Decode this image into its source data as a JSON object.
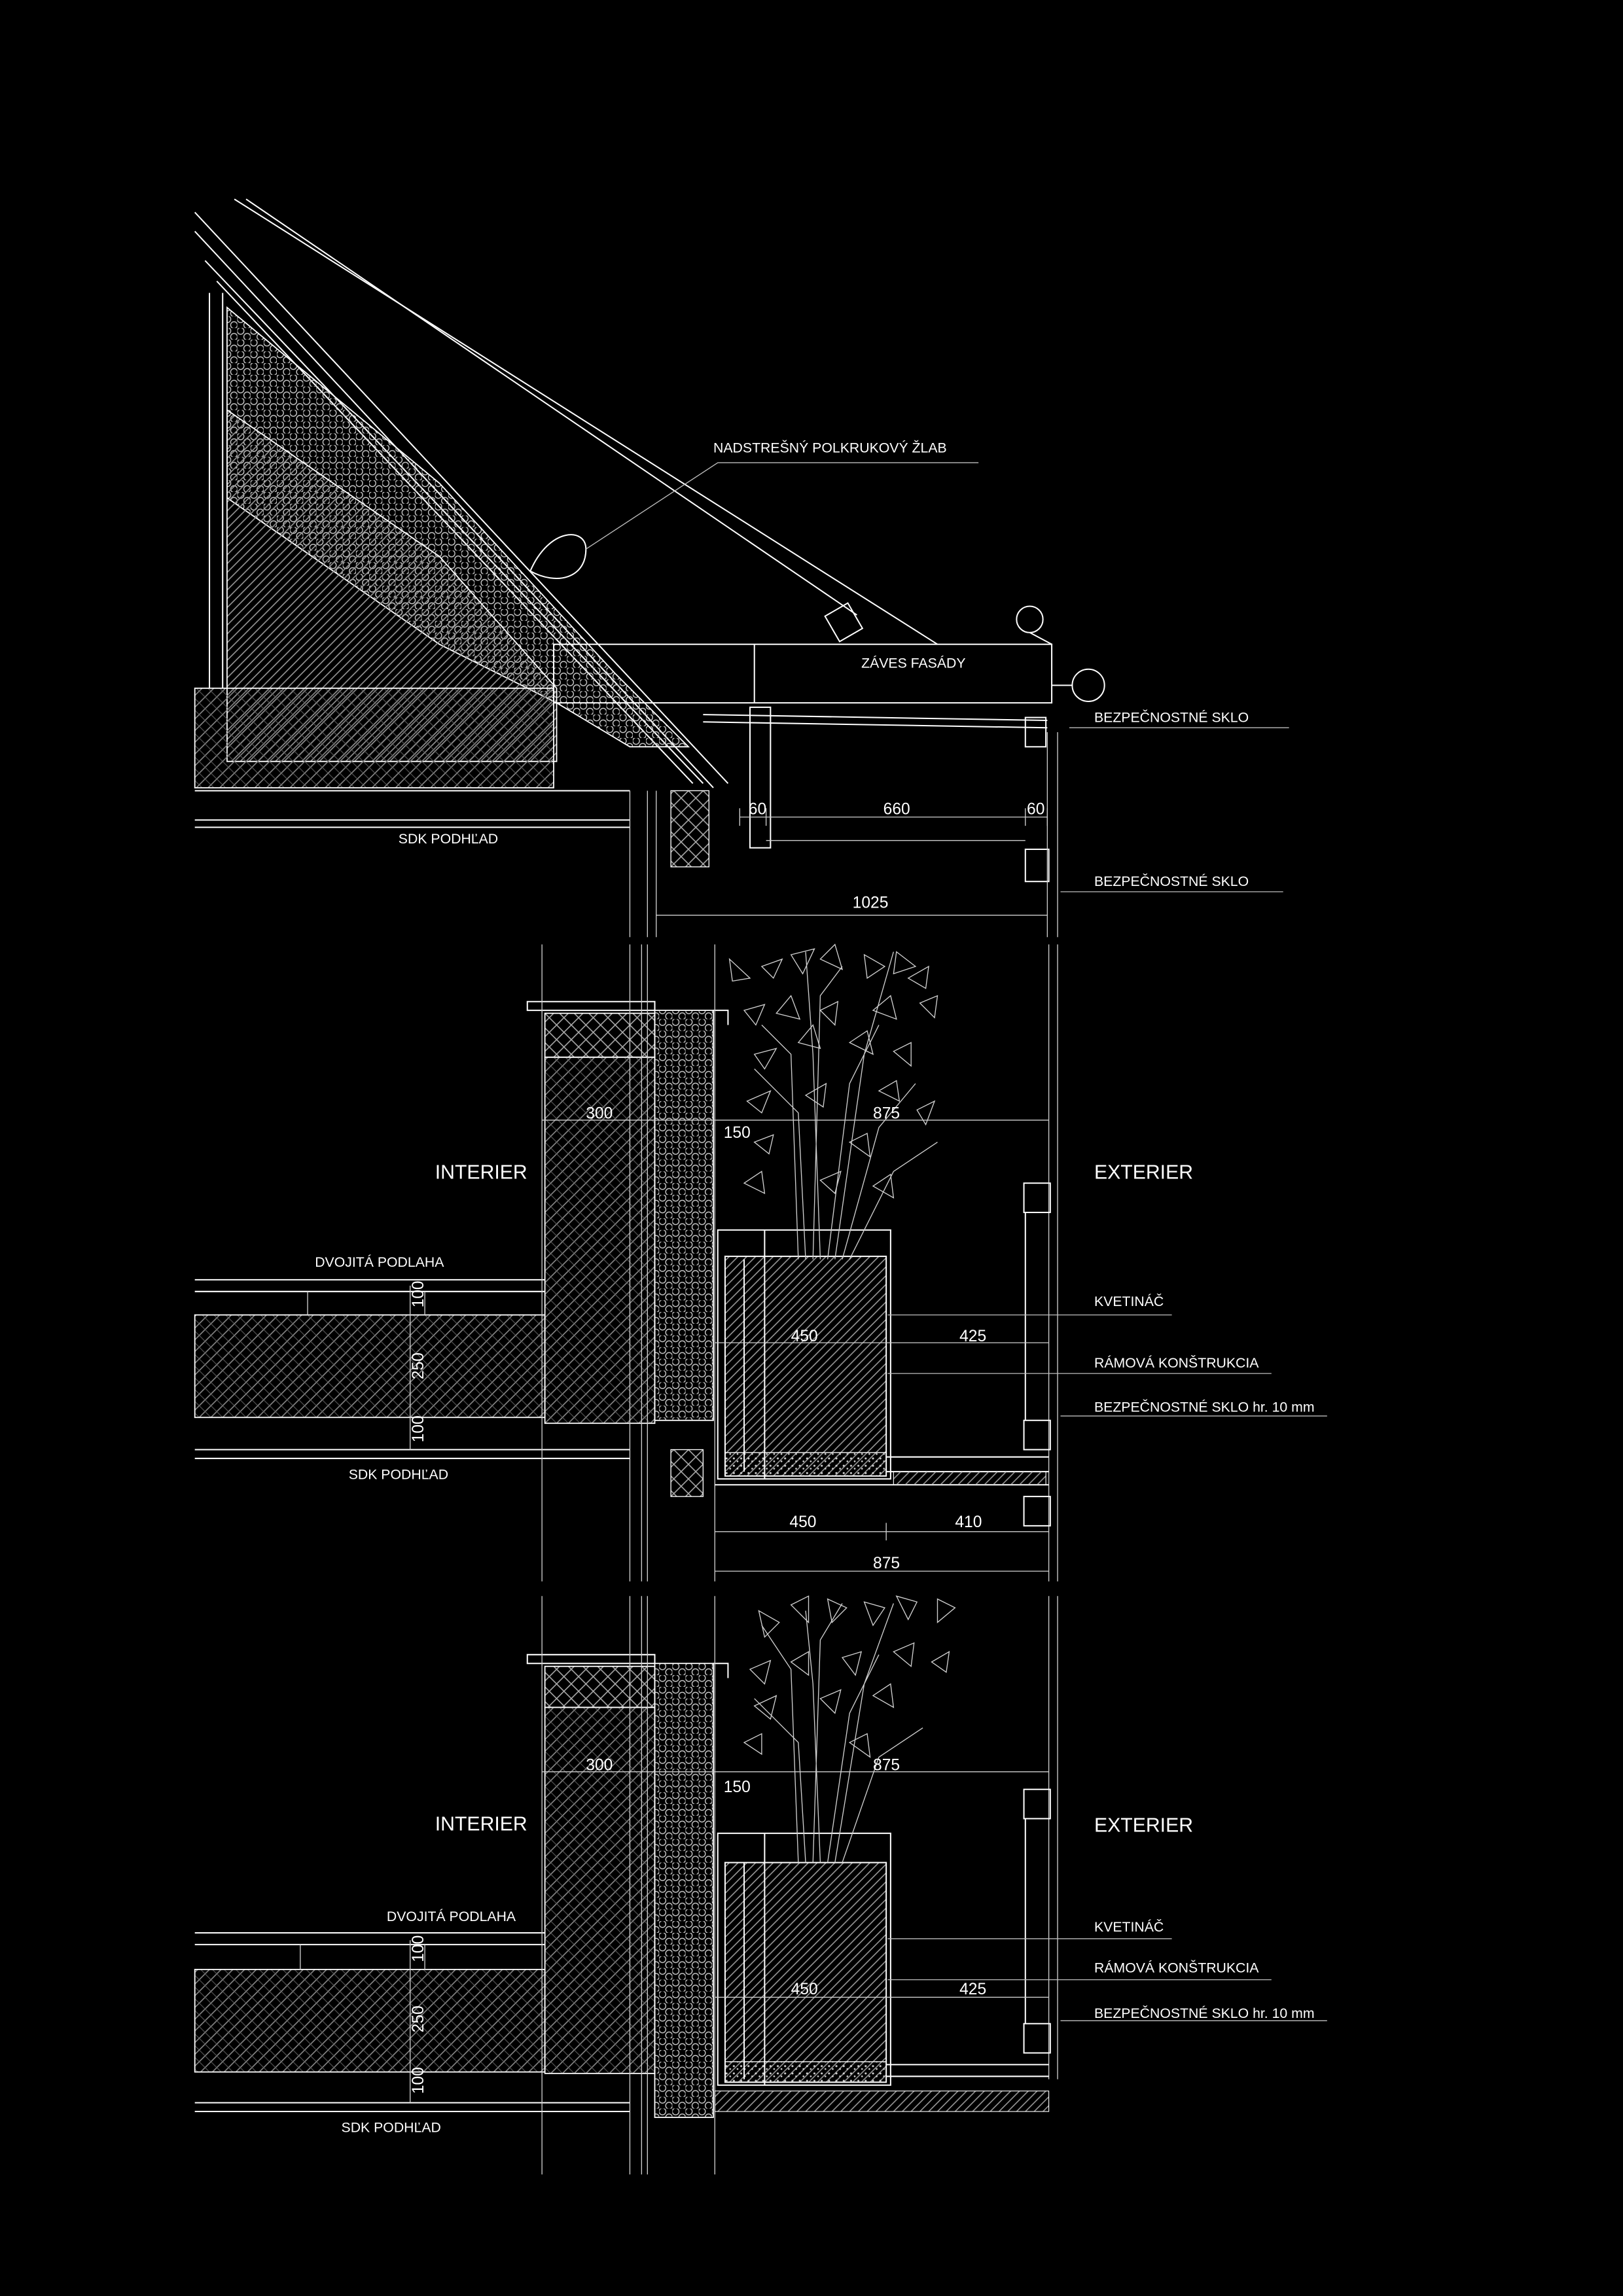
{
  "labels": {
    "gutter": "NADSTREŠNÝ POLKRUKOVÝ ŽLAB",
    "facade_hanger": "ZÁVES FASÁDY",
    "safety_glass_1": "BEZPEČNOSTNÉ SKLO",
    "safety_glass_2": "BEZPEČNOSTNÉ SKLO",
    "ceiling_top": "SDK PODHĽAD",
    "interior_1": "INTERIER",
    "exterior_1": "EXTERIER",
    "double_floor_1": "DVOJITÁ PODLAHA",
    "planter_1": "KVETINÁČ",
    "frame_1": "RÁMOVÁ KONŠTRUKCIA",
    "glass_10mm_1": "BEZPEČNOSTNÉ SKLO hr. 10 mm",
    "ceiling_mid": "SDK PODHĽAD",
    "interior_2": "INTERIER",
    "exterior_2": "EXTERIER",
    "double_floor_2": "DVOJITÁ PODLAHA",
    "planter_2": "KVETINÁČ",
    "frame_2": "RÁMOVÁ KONŠTRUKCIA",
    "glass_10mm_2": "BEZPEČNOSTNÉ SKLO hr. 10 mm",
    "ceiling_bottom": "SDK PODHĽAD"
  },
  "dimensions": {
    "roof_left": "60",
    "roof_mid": "660",
    "roof_right": "60",
    "roof_total": "1025",
    "s1_wall": "300",
    "s1_insul": "150",
    "s1_outer": "875",
    "s1_floor": "100",
    "s1_slab": "250",
    "s1_ceiling": "100",
    "s1_planter": "450",
    "s1_gap": "425",
    "s1_bot_a": "450",
    "s1_bot_b": "410",
    "s1_bot_total": "875",
    "s2_wall": "300",
    "s2_insul": "150",
    "s2_outer": "875",
    "s2_floor": "100",
    "s2_slab": "250",
    "s2_ceiling": "100",
    "s2_planter": "450",
    "s2_gap": "425"
  },
  "colors": {
    "background": "#000000",
    "line": "#ffffff"
  }
}
